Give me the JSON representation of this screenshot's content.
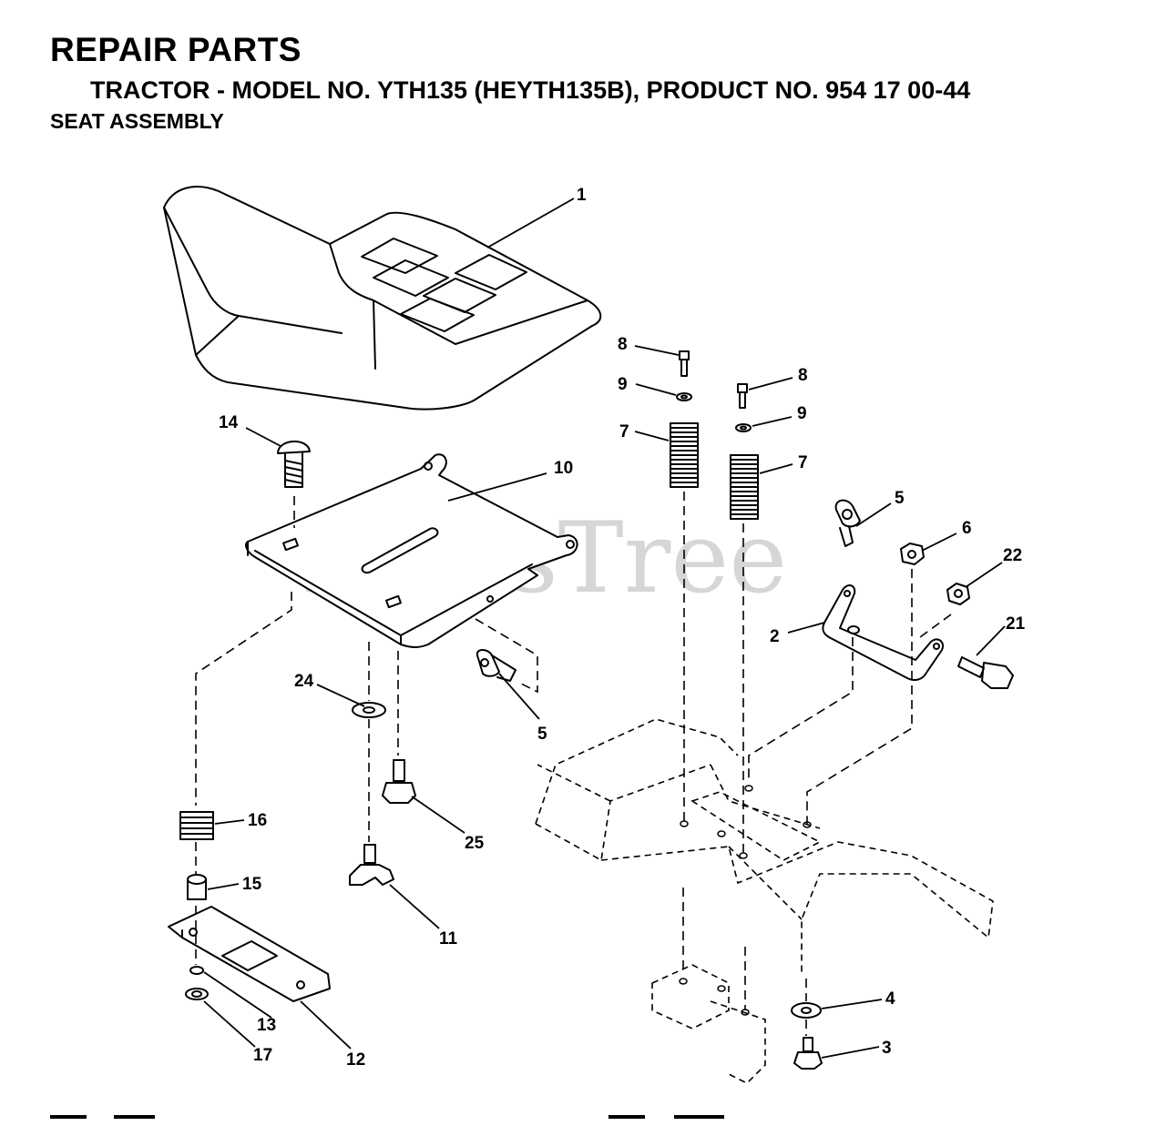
{
  "header": {
    "title": "REPAIR PARTS",
    "subtitle": "TRACTOR - MODEL NO. YTH135 (HEYTH135B), PRODUCT NO. 954 17 00-44",
    "section": "SEAT ASSEMBLY"
  },
  "watermark": "PartsTree",
  "callouts": {
    "c1": "1",
    "c2": "2",
    "c3": "3",
    "c4": "4",
    "c5a": "5",
    "c5b": "5",
    "c6": "6",
    "c7a": "7",
    "c7b": "7",
    "c8a": "8",
    "c8b": "8",
    "c9a": "9",
    "c9b": "9",
    "c10": "10",
    "c11": "11",
    "c12": "12",
    "c13": "13",
    "c14": "14",
    "c15": "15",
    "c16": "16",
    "c17": "17",
    "c21": "21",
    "c22": "22",
    "c24": "24",
    "c25": "25"
  }
}
